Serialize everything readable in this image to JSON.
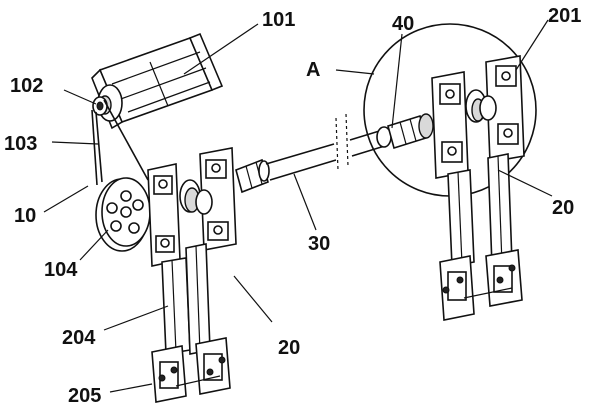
{
  "labels": {
    "l101": "101",
    "l102": "102",
    "l103": "103",
    "l10": "10",
    "l104": "104",
    "l204": "204",
    "l205": "205",
    "l20a": "20",
    "l30": "30",
    "l40": "40",
    "lA": "A",
    "l201": "201",
    "l20b": "20"
  }
}
